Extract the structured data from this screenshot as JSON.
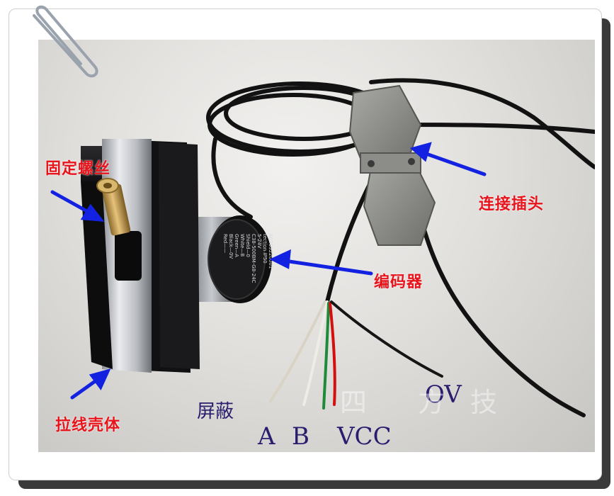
{
  "labels": {
    "fixing_screw": "固定螺丝",
    "connector_plug": "连接插头",
    "encoder": "编码器",
    "housing": "拉线壳体"
  },
  "wires": {
    "shield": "屏蔽",
    "a": "A",
    "b": "B",
    "vcc": "VCC",
    "ov": "OV"
  },
  "watermark": {
    "text": "四 方",
    "text2": "技"
  },
  "encoder_face": {
    "lines": [
      "Red——",
      "Black—0V",
      "Green—A",
      "White—B",
      "Shield—0"
    ],
    "model": "C38-500BM-G8-24C",
    "volt": "5-24V",
    "protection": "tection IP50",
    "serial": "A0305220001"
  },
  "colors": {
    "label_red": "#e8141c",
    "arrow_blue": "#1222e0",
    "wire_label": "#2a1d6e"
  }
}
